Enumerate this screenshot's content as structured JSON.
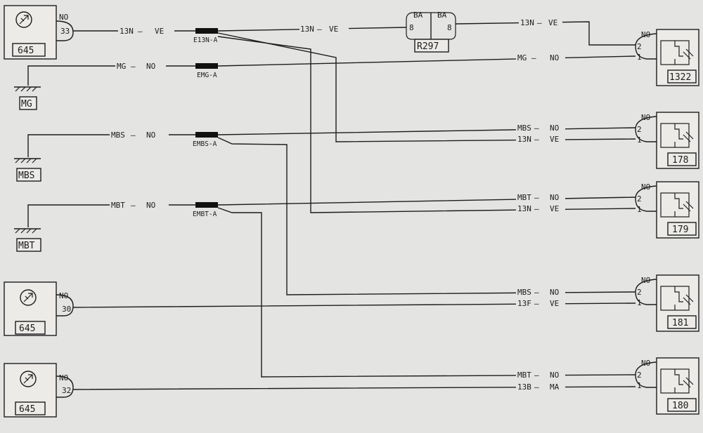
{
  "modules_645": [
    {
      "code": "645",
      "color": "NO",
      "pin": "33"
    },
    {
      "code": "645",
      "color": "NO",
      "pin": "30"
    },
    {
      "code": "645",
      "color": "NO",
      "pin": "32"
    }
  ],
  "grounds": [
    {
      "code": "MG"
    },
    {
      "code": "MBS"
    },
    {
      "code": "MBT"
    }
  ],
  "splices": [
    "E13N-A",
    "EMG-A",
    "EMBS-A",
    "EMBT-A"
  ],
  "connector_r297": {
    "code": "R297",
    "left_color": "BA",
    "left_pin": "8",
    "right_color": "BA",
    "right_pin": "8"
  },
  "wire_labels": {
    "w1a": "13N",
    "w1b": "VE",
    "w2a": "13N",
    "w2b": "VE",
    "w3a": "13N",
    "w3b": "VE",
    "g1a": "MG",
    "g1b": "NO",
    "g2a": "MG",
    "g2b": "NO",
    "s1a": "MBS",
    "s1b": "NO",
    "s2a": "MBT",
    "s2b": "NO",
    "r178a1": "MBS",
    "r178a2": "NO",
    "r178b1": "13N",
    "r178b2": "VE",
    "r179a1": "MBT",
    "r179a2": "NO",
    "r179b1": "13N",
    "r179b2": "VE",
    "r181a1": "MBS",
    "r181a2": "NO",
    "r181b1": "13F",
    "r181b2": "VE",
    "r180a1": "MBT",
    "r180a2": "NO",
    "r180b1": "13B",
    "r180b2": "MA"
  },
  "relays": [
    {
      "code": "1322",
      "color": "NO",
      "pin_top": "2",
      "pin_bottom": "1"
    },
    {
      "code": "178",
      "color": "NO",
      "pin_top": "2",
      "pin_bottom": "1"
    },
    {
      "code": "179",
      "color": "NO",
      "pin_top": "2",
      "pin_bottom": "1"
    },
    {
      "code": "181",
      "color": "NO",
      "pin_top": "2",
      "pin_bottom": "1"
    },
    {
      "code": "180",
      "color": "NO",
      "pin_top": "2",
      "pin_bottom": "1"
    }
  ]
}
